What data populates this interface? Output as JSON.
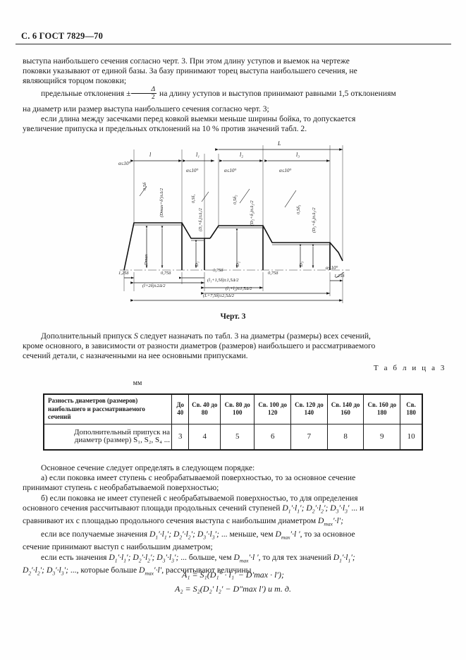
{
  "header": {
    "page_marker": "С. 6 ГОСТ 7829—70"
  },
  "body": {
    "p1_line1": "выступа наибольшего сечения согласно черт. 3. При этом длину уступов и выемок на чертеже",
    "p1_line2": "поковки указывают от единой базы. За базу принимают торец выступа наибольшего сечения, не",
    "p1_line3": "являющийся торцом поковки;",
    "p2_pre": "предельные отклонения ±",
    "p2_post": "на длину уступов и выступов принимают равными 1,5 отклонениям",
    "p2_cont": "на диаметр или размер выступа наибольшего сечения согласно черт. 3;",
    "p3_line1": "если длина между засечками перед ковкой выемки меньше ширины бойка, то допускается",
    "p3_line2": "увеличение припуска и предельных отклонений на 10 % против значений табл. 2.",
    "p4_pre": "Дополнительный припуск",
    "p4_sym": "S",
    "p4_post": "следует назначать по табл. 3 на диаметры (размеры) всех сечений,",
    "p4_line2": "кроме основного, в зависимости от разности диаметров (размеров) наибольшего и рассматриваемого",
    "p4_line3": "сечений детали, с назначенными на нее основными припусками.",
    "p5_intro": "Основное сечение следует определять в следующем порядке:",
    "p5_a_line1": "а) если поковка имеет ступень с необрабатываемой поверхностью, то за основное сечение",
    "p5_a_line2": "принимают ступень с необрабатываемой поверхностью;",
    "p5_b_line1": "б) если поковка не имеет ступеней с необрабатываемой поверхностью, то для определения",
    "p5_b_line2_pre": "основного сечения рассчитывают площади продольных сечений ступеней",
    "p5_b_line2_post": "... и",
    "p5_b_line3_pre": "сравнивают их с площадью продольного сечения выступа с наибольшим диаметром",
    "p5_c_line1_pre": "если все получаемые значения",
    "p5_c_line1_mid": "... меньше, чем",
    "p5_c_line1_post": ", то за основное",
    "p5_c_line2": "сечение принимают выступ с наибольшим диаметром;",
    "p5_d_line1_pre": "если есть значения",
    "p5_d_line1_mid": "... больше, чем",
    "p5_d_line1_post": ", то для тех значений",
    "p5_d_line2_mid": "..., которые больше",
    "p5_d_line2_post": ", рассчитывают величины",
    "formula_1": "A₁ = S₁(D₁″ · l₁′ − D′max · l′);",
    "formula_2": "A₂ = S₂(D₂′ l₂′ − D″max l′) и т. д.",
    "formula_2_tail": "и т. д."
  },
  "figure": {
    "caption": "Черт. 3",
    "labels": {
      "len_l": "l",
      "len_l1": "l₁",
      "len_l2": "l₂",
      "len_l3": "l₃",
      "len_L": "L",
      "angle": "α≤10°",
      "d_max": "Dmax",
      "d1": "D₁",
      "d2": "D₂",
      "d3": "D₃",
      "chamfer_small": "0,5δ",
      "chamfer_d1": "0,5δ₁",
      "chamfer_d2": "0,5δ₂",
      "chamfer_d3": "0,5δ₃",
      "tol_dmax": "(Dmax+δ′)±Δ/2",
      "tol_d1": "(D₁+δ₁)±Δ₁/2",
      "tol_d2": "(D₂+δ₂)±Δ₂/2",
      "tol_d3": "(D₃+δ₃)±Δ₃/2",
      "end_1_25": "1,25δ",
      "face_0_75": "0,75δ",
      "dim_l_2d": "(l+2δ)±2Δ/2",
      "dim_l1_15d": "(l₁+1,5δ)±1,5Δ/2",
      "dim_l1l2": "(l₁+l₂)±1,5Δ/2",
      "dim_L_75d": "(L+7,5δ)±2,5Δ/2"
    }
  },
  "table": {
    "label": "Т а б л и ц а   3",
    "units": "мм",
    "row_headers": [
      "Разность диаметров (размеров) наибольшего и рассматриваемого сечений",
      "Дополнительный припуск на диаметр (размер) S₁, S₂, S₄ ..."
    ],
    "columns": [
      "До 40",
      "Св. 40 до 80",
      "Св. 80 до 100",
      "Св. 100 до 120",
      "Св. 120 до 140",
      "Св. 140 до 160",
      "Св. 160 до 180",
      "Св. 180"
    ],
    "values": [
      "3",
      "4",
      "5",
      "6",
      "7",
      "8",
      "9",
      "10"
    ]
  },
  "colors": {
    "ink": "#1a1a1a",
    "paper": "#fefefe"
  }
}
